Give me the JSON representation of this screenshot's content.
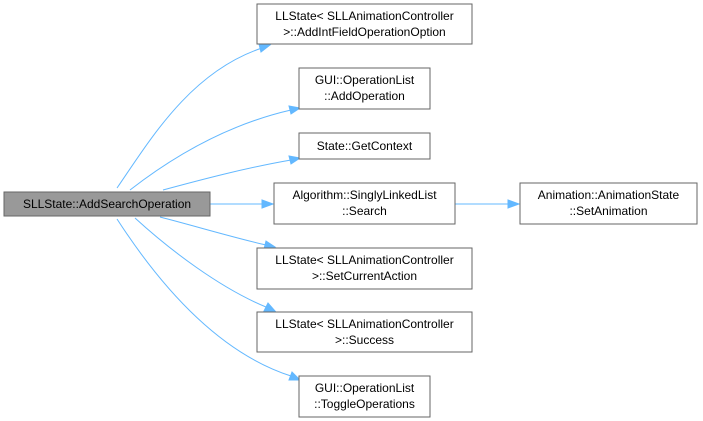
{
  "diagram": {
    "type": "call-graph",
    "colors": {
      "root_fill": "#999999",
      "node_fill": "#ffffff",
      "node_border": "#666666",
      "edge": "#63b8ff",
      "text": "#000000"
    },
    "nodes": {
      "root": {
        "lines": [
          "SLLState::AddSearchOperation"
        ]
      },
      "add_int_field": {
        "lines": [
          "LLState< SLLAnimationController",
          ">::AddIntFieldOperationOption"
        ]
      },
      "add_operation": {
        "lines": [
          "GUI::OperationList",
          "::AddOperation"
        ]
      },
      "get_context": {
        "lines": [
          "State::GetContext"
        ]
      },
      "search": {
        "lines": [
          "Algorithm::SinglyLinkedList",
          "::Search"
        ]
      },
      "set_animation": {
        "lines": [
          "Animation::AnimationState",
          "::SetAnimation"
        ]
      },
      "set_current_action": {
        "lines": [
          "LLState< SLLAnimationController",
          ">::SetCurrentAction"
        ]
      },
      "success": {
        "lines": [
          "LLState< SLLAnimationController",
          ">::Success"
        ]
      },
      "toggle_operations": {
        "lines": [
          "GUI::OperationList",
          "::ToggleOperations"
        ]
      }
    },
    "edges": [
      {
        "from": "root",
        "to": "add_int_field"
      },
      {
        "from": "root",
        "to": "add_operation"
      },
      {
        "from": "root",
        "to": "get_context"
      },
      {
        "from": "root",
        "to": "search"
      },
      {
        "from": "root",
        "to": "set_current_action"
      },
      {
        "from": "root",
        "to": "success"
      },
      {
        "from": "root",
        "to": "toggle_operations"
      },
      {
        "from": "search",
        "to": "set_animation"
      }
    ]
  }
}
